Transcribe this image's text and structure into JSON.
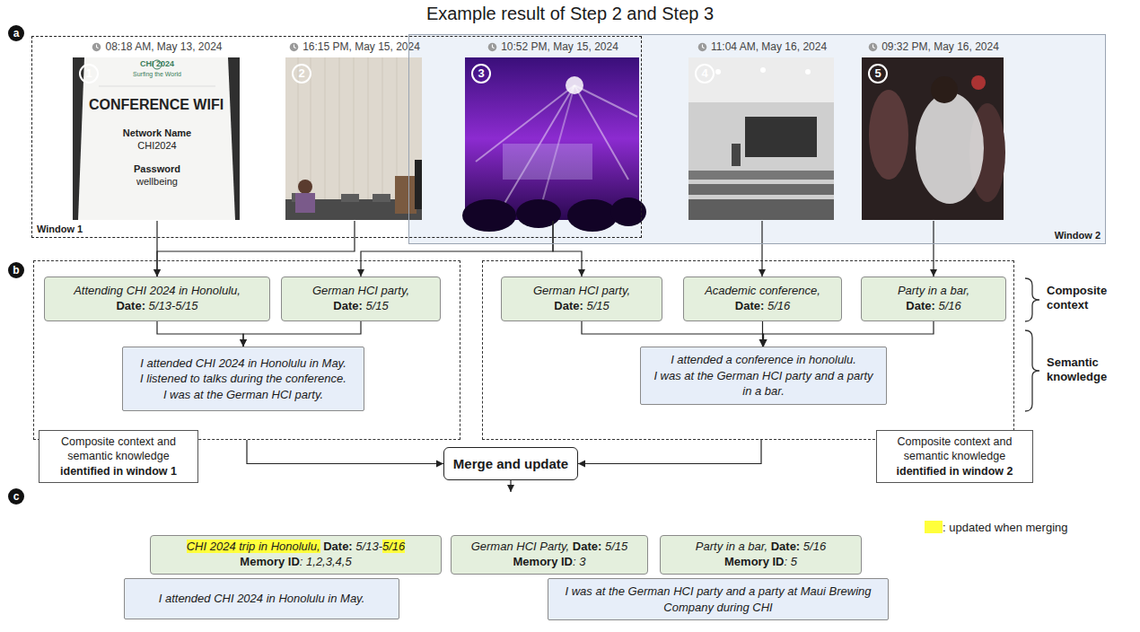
{
  "diagram": {
    "title": "Example result of Step 2 and Step 3",
    "nodes": [
      {
        "text": [
          "Window 1"
        ]
      },
      {
        "text": [
          "Window 2"
        ]
      },
      {
        "text": [
          "08:18 AM, May 13, 2024",
          "1"
        ],
        "in": 0
      },
      {
        "text": [
          "16:15 PM, May 15, 2024",
          "2"
        ],
        "in": 0
      },
      {
        "text": [
          "10:52 PM, May 15, 2024",
          "3"
        ],
        "in": 0
      },
      {
        "text": [
          "11:04 AM, May 16, 2024",
          "4"
        ],
        "in": 1
      },
      {
        "text": [
          "09:32 PM, May 16, 2024",
          "5"
        ],
        "in": 1
      },
      {
        "text": [
          "Composite context and semantic knowledge",
          "identified in window 1"
        ]
      },
      {
        "text": [
          "Attending CHI 2024 in Honolulu,",
          "Date:",
          "5/13-5/15"
        ],
        "in": 7
      },
      {
        "text": [
          "German HCI party,",
          "Date:",
          "5/15"
        ],
        "in": 7
      },
      {
        "text": [
          "I attended CHI 2024 in Honolulu in May.",
          "I listened to talks during the conference.",
          "I was at the German HCI party."
        ],
        "in": 7
      },
      {
        "text": [
          "Composite context and semantic knowledge",
          "identified in window 2"
        ]
      },
      {
        "text": [
          "German HCI party,",
          "Date:",
          "5/15"
        ],
        "in": 11
      },
      {
        "text": [
          "Academic conference,",
          "Date:",
          "5/16"
        ],
        "in": 11
      },
      {
        "text": [
          "Party in a bar,",
          "Date:",
          "5/16"
        ],
        "in": 11
      },
      {
        "text": [
          "I attended a conference in honolulu.",
          "I was at the German HCI party and a party in a bar."
        ],
        "in": 11
      },
      {
        "text": [
          "Merge and update"
        ]
      },
      {
        "text": [
          "c"
        ]
      },
      {
        "text": [
          "CHI 2024 trip in Honolulu,",
          "Date:",
          "5/13-",
          "5/16",
          "Memory ID",
          ": 1,2,3,4,5"
        ],
        "in": 17
      },
      {
        "text": [
          "German HCI Party,",
          "Date:",
          "5/15",
          "Memory ID",
          ": 3"
        ],
        "in": 17
      },
      {
        "text": [
          "Party in a bar,",
          "Date:",
          "5/16",
          "Memory ID",
          ": 5"
        ],
        "in": 17
      },
      {
        "text": [
          "I attended CHI 2024 in Honolulu in May."
        ],
        "in": 17
      },
      {
        "text": [
          "I was at the German HCI party and a party at Maui Brewing Company during CHI"
        ],
        "in": 17
      }
    ],
    "edges": [
      {
        "from": 2,
        "to": 8,
        "arrow": "to"
      },
      {
        "from": 3,
        "to": 8,
        "arrow": "to"
      },
      {
        "from": 4,
        "to": 9,
        "arrow": "to"
      },
      {
        "from": 4,
        "to": 12,
        "arrow": "to"
      },
      {
        "from": 5,
        "to": 13,
        "arrow": "to"
      },
      {
        "from": 6,
        "to": 14,
        "arrow": "to"
      },
      {
        "from": 8,
        "to": 10,
        "arrow": "to"
      },
      {
        "from": 9,
        "to": 10,
        "arrow": "to"
      },
      {
        "from": 12,
        "to": 15,
        "arrow": "to"
      },
      {
        "from": 13,
        "to": 15,
        "arrow": "to"
      },
      {
        "from": 14,
        "to": 15,
        "arrow": "to"
      },
      {
        "from": 7,
        "to": 16,
        "arrow": "to"
      },
      {
        "from": 11,
        "to": 16,
        "arrow": "to"
      },
      {
        "from": 16,
        "to": 17,
        "arrow": "to"
      }
    ],
    "labels": [
      "a",
      "b",
      "CHI 2024",
      "Surfing the World",
      "CONFERENCE WIFI",
      "Network Name",
      "CHI2024",
      "Password",
      "wellbeing",
      "Composite context",
      "Semantic knowledge"
    ],
    "legend": [
      {
        "text": ": updated when merging",
        "color": "#ffff3b"
      }
    ]
  }
}
